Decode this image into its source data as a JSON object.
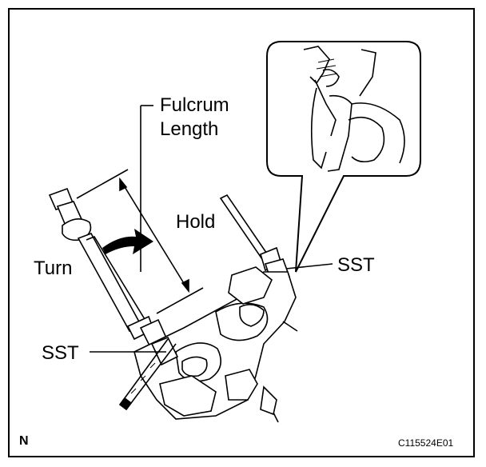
{
  "labels": {
    "fulcrum_line1": "Fulcrum",
    "fulcrum_line2": "Length",
    "hold": "Hold",
    "turn": "Turn",
    "sst_right": "SST",
    "sst_left": "SST",
    "corner_mark": "N",
    "figure_code": "C115524E01"
  },
  "colors": {
    "ink": "#000000",
    "paper": "#ffffff",
    "shade": "#d9d9d9"
  }
}
